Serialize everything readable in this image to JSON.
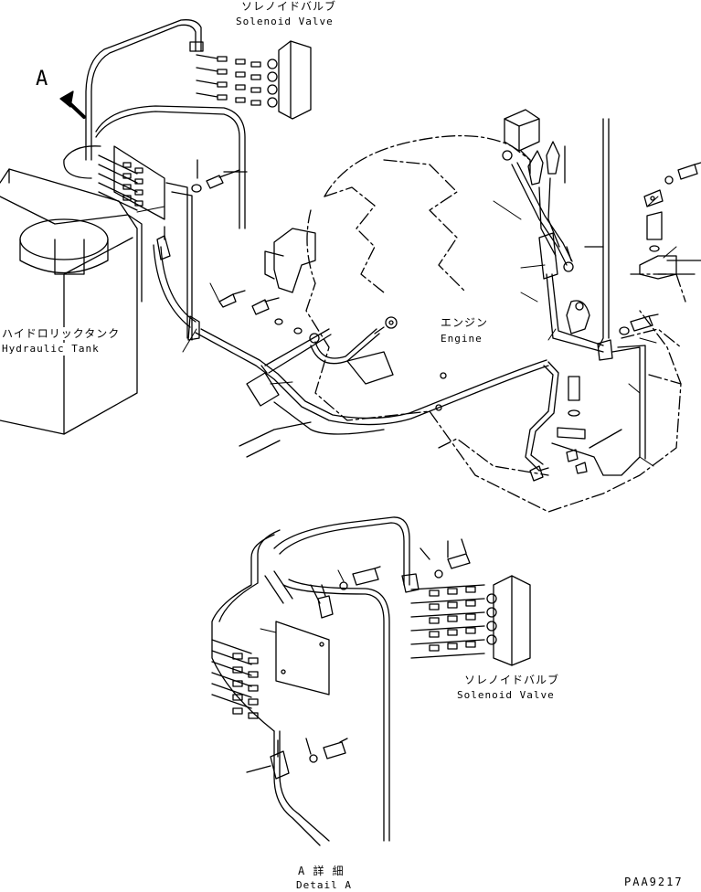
{
  "labels": {
    "solenoid_top_jp": "ソレノイドバルブ",
    "solenoid_top_en": "Solenoid Valve",
    "view_arrow": "A",
    "hydraulic_tank_jp": "ハイドロリックタンク",
    "hydraulic_tank_en": "Hydraulic Tank",
    "engine_jp": "エンジン",
    "engine_en": "Engine",
    "solenoid_detail_jp": "ソレノイドバルブ",
    "solenoid_detail_en": "Solenoid Valve",
    "detail_jp": "A 詳 細",
    "detail_en": "Detail A",
    "drawing_code": "PAA9217"
  }
}
